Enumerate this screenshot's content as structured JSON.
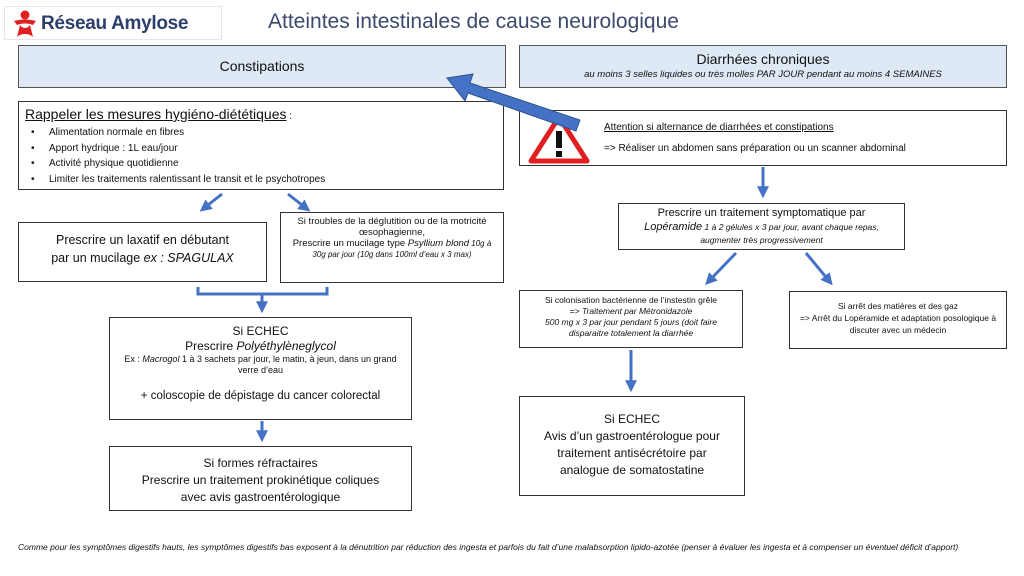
{
  "logo": {
    "text": "Réseau Amylose"
  },
  "title": "Atteintes intestinales de cause neurologique",
  "left": {
    "header": "Constipations",
    "measures": {
      "title": "Rappeler les mesures hygiéno-diététiques",
      "title_suffix": " :",
      "items": [
        "Alimentation normale en fibres",
        "Apport hydrique : 1L eau/jour",
        "Activité physique quotidienne",
        "Limiter les traitements ralentissant le transit et le psychotropes"
      ]
    },
    "laxatif": {
      "line1": "Prescrire un laxatif en débutant",
      "line2_prefix": "par un mucilage ",
      "line2_italic": "ex : SPAGULAX"
    },
    "deglutition": {
      "line1": "Si troubles de la déglutition ou de la motricité œsophagienne,",
      "line2": "Prescrire un mucilage type ",
      "line2_italic": "Psyllium blond",
      "line2_small": " 10g à 30g par jour (10g dans 100ml d’eau x 3 max)"
    },
    "echec": {
      "line1": "Si ECHEC",
      "line2_prefix": "Prescrire ",
      "line2_italic": "Polyéthylèneglycol",
      "line3_prefix": "Ex : ",
      "line3_italic": "Macrogol",
      "line3_rest": " 1 à 3 sachets par jour, le matin, à jeun, dans un grand verre d’eau",
      "line4": "+ coloscopie de dépistage du cancer colorectal"
    },
    "refractaires": {
      "line1": "Si formes réfractaires",
      "line2": "Prescrire un traitement prokinétique coliques",
      "line3": "avec avis gastroentérologique"
    }
  },
  "right": {
    "header": "Diarrhées chroniques",
    "subheader": "au moins 3 selles liquides ou très molles PAR JOUR pendant au moins 4 SEMAINES",
    "attention": {
      "line1": "Attention si alternance de diarrhées et constipations",
      "line2": "=> Réaliser un abdomen sans préparation ou un scanner abdominal"
    },
    "symptomatique": {
      "line1": "Prescrire un traitement symptomatique par",
      "line2_italic": "Lopéramide",
      "line2_small": " 1 à 2 gélules x 3 par jour, avant chaque repas, augmenter très progressivement"
    },
    "colonisation": {
      "line1": "Si colonisation bactérienne de l’instestin grêle",
      "line2": "=> Traitement par Métronidazole",
      "line3": "500 mg x 3 par jour pendant 5 jours (doit faire disparaitre totalement la diarrhée"
    },
    "arret": {
      "line1": "Si arrêt des matières et des gaz",
      "line2": "=> Arrêt du Lopéramide et adaptation posologique à discuter avec un médecin"
    },
    "echec": {
      "line1": "Si ECHEC",
      "line2": "Avis d’un gastroentérologue pour",
      "line3": "traitement antisécrétoire par",
      "line4": "analogue de somatostatine"
    }
  },
  "footer": "Comme pour les symptômes digestifs hauts, les symptômes digestifs bas exposent à la dénutrition par réduction des ingesta et parfois du fait d’une malabsorption lipido-azotée (penser à évaluer les ingesta et à compenser un éventuel déficit d’apport)",
  "colors": {
    "arrow": "#4472c4",
    "header_fill": "#dfe9f5",
    "logo_red": "#e02020",
    "title": "#3b4a6b"
  },
  "icons": {
    "logo": "person-ribbon-icon",
    "warning": "warning-triangle-icon"
  }
}
